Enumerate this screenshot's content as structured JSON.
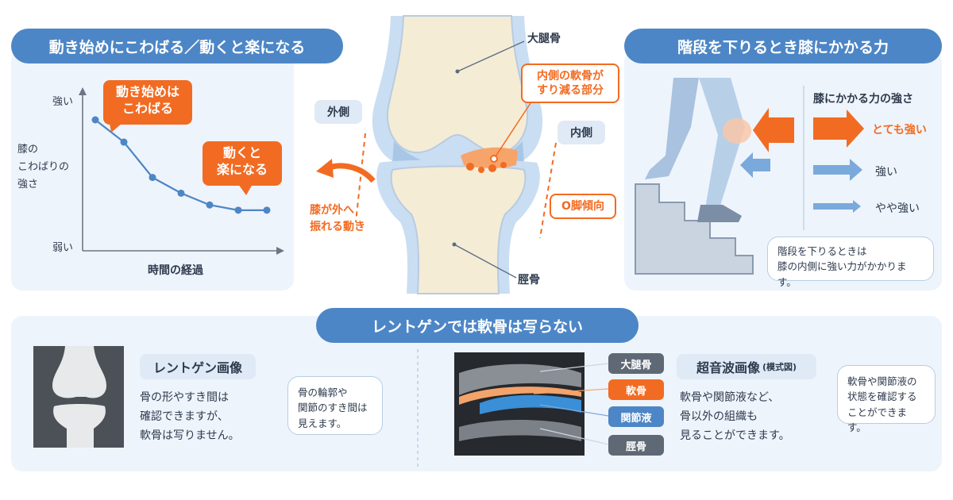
{
  "stiffness_panel": {
    "title": "動き始めにこわばる／動くと楽になる",
    "y_label_lines": [
      "膝の",
      "こわばりの",
      "強さ"
    ],
    "y_top": "強い",
    "y_bottom": "弱い",
    "x_label": "時間の経過",
    "callout_start_lines": [
      "動き始めは",
      "こわばる"
    ],
    "callout_move_lines": [
      "動くと",
      "楽になる"
    ]
  },
  "chart_data": {
    "type": "line",
    "values": [
      10,
      8.3,
      5.6,
      4.4,
      3.5,
      3.1,
      3.1
    ],
    "ylim": [
      0,
      12
    ],
    "color": "#4d86c6"
  },
  "knee": {
    "femur_label": "大腿骨",
    "tibia_label": "脛骨",
    "outer_label": "外側",
    "inner_label": "内側",
    "wear_callout_lines": [
      "内側の軟骨が",
      "すり減る部分"
    ],
    "sway_lines": [
      "膝が外へ",
      "振れる動き"
    ],
    "bowleg_label": "O脚傾向"
  },
  "stairs_panel": {
    "title": "階段を下りるとき膝にかかる力",
    "legend_title": "膝にかかる力の強さ",
    "levels": [
      "とても強い",
      "強い",
      "やや強い"
    ],
    "note_lines": [
      "階段を下りるときは",
      "膝の内側に強い力がかかります。"
    ]
  },
  "imaging_panel": {
    "title": "レントゲンでは軟骨は写らない",
    "xray_title": "レントゲン画像",
    "xray_text_lines": [
      "骨の形やすき間は",
      "確認できますが、",
      "軟骨は写りません。"
    ],
    "xray_bubble_lines": [
      "骨の輪郭や",
      "関節のすき間は",
      "見えます。"
    ],
    "us_labels": [
      "大腿骨",
      "軟骨",
      "関節液",
      "脛骨"
    ],
    "us_title": "超音波画像",
    "us_title_note": "(模式図)",
    "us_text_lines": [
      "軟骨や関節液など、",
      "骨以外の組織も",
      "見ることができます。"
    ],
    "us_bubble_lines": [
      "軟骨や関節液の",
      "状態を確認する",
      "ことができます。"
    ]
  },
  "colors": {
    "accent_blue": "#4d86c6",
    "accent_orange": "#f26b22",
    "panel_bg": "#eef4fb"
  }
}
